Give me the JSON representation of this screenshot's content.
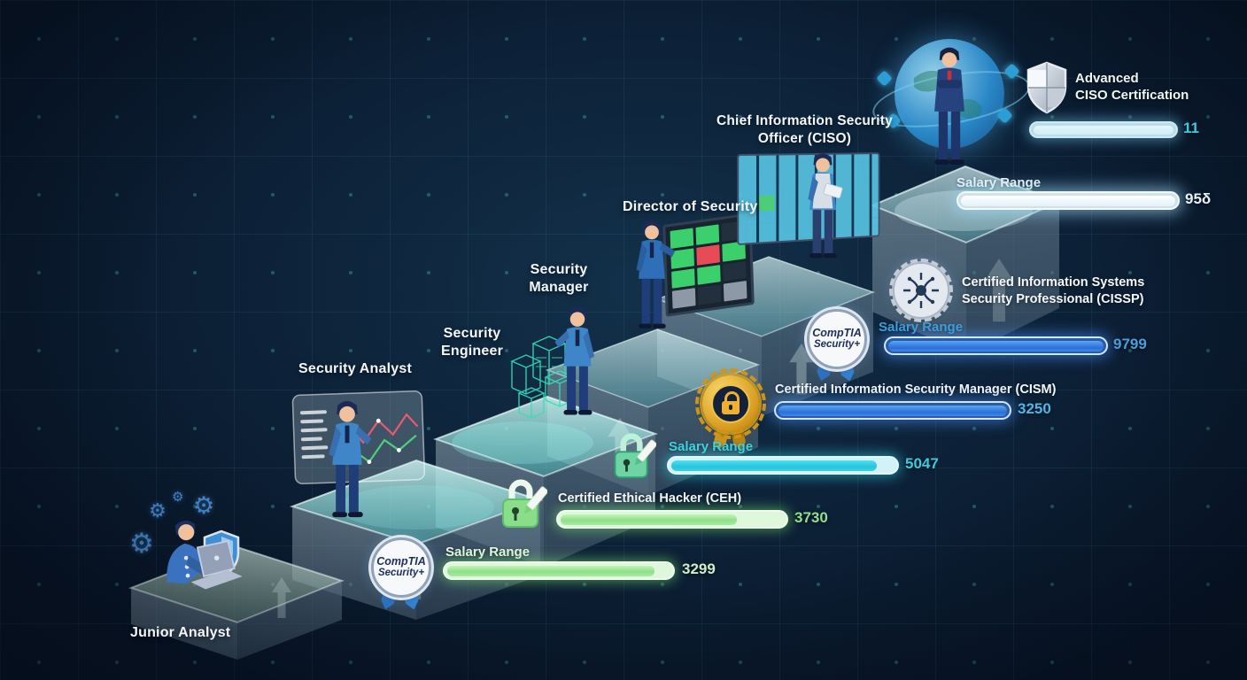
{
  "roles": [
    {
      "label": "Junior Analyst"
    },
    {
      "label": "Security Analyst"
    },
    {
      "line1": "Security",
      "line2": "Engineer"
    },
    {
      "line1": "Security",
      "line2": "Manager"
    },
    {
      "label": "Director of Security"
    },
    {
      "line1": "Chief Information Security",
      "line2": "Officer (CISO)"
    }
  ],
  "comptia_badge": {
    "line1": "CompTIA",
    "line2": "Security+"
  },
  "certifications": {
    "cissp_line1": "Certified Information Systems",
    "cissp_line2": "Security Professional (CISSP)",
    "advanced_line1": "Advanced",
    "advanced_line2": "CISO Certification"
  },
  "salary_rows": [
    {
      "heading": "Salary Range",
      "value": "3299",
      "fill_pct": 93,
      "color": "#8ee08a"
    },
    {
      "heading": "Certified Ethical Hacker (CEH)",
      "value": "3730",
      "fill_pct": 79,
      "color": "#8ee08a"
    },
    {
      "heading": "Salary Range",
      "value": "5047",
      "fill_pct": 92,
      "color": "#2fd4e8"
    },
    {
      "heading": "Certified Information Security Manager (CISM)",
      "value": "3250",
      "fill_pct": 100,
      "color": "#3d8fe8"
    },
    {
      "heading": "Salary Range",
      "value": "9799",
      "fill_pct": 100,
      "color": "#3d8fe8"
    },
    {
      "heading": "Salary Range",
      "value": "95δ",
      "fill_pct": 100,
      "color": "#eef8fd"
    },
    {
      "heading": "",
      "value": "11",
      "fill_pct": 100,
      "color": "#cfeef8"
    }
  ],
  "icons": {
    "gear": "⚙"
  },
  "colors": {
    "background": "#0c2036",
    "grid_dot": "#5ae1d7",
    "bar_green": "#8ee08a",
    "bar_cyan": "#2fd4e8",
    "bar_blue": "#3d8fe8",
    "bar_white": "#eef8fd",
    "value_cyan": "#3ec9dc",
    "gold": "#d79a1e",
    "step_teal": "#7fd4d2"
  }
}
